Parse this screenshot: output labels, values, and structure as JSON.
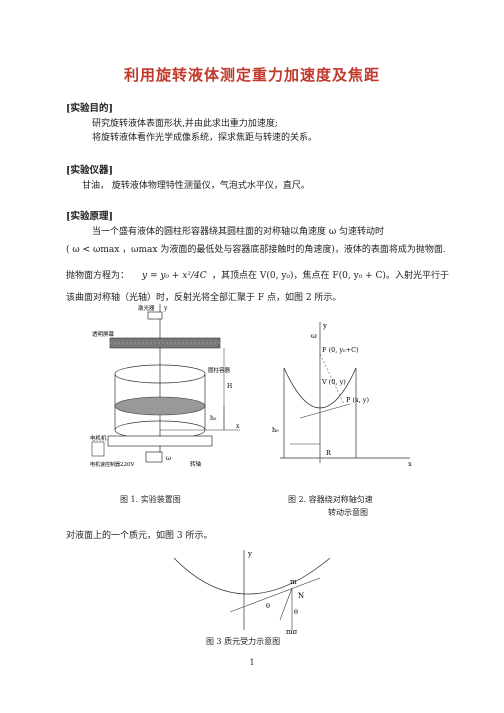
{
  "title": "利用旋转液体测定重力加速度及焦距",
  "sections": {
    "purpose": {
      "heading": "[实验目的]",
      "lines": [
        "研究旋转液体表面形状,并由此求出重力加速度;",
        "将旋转液体看作光学成像系统，探求焦距与转速的关系。"
      ]
    },
    "apparatus": {
      "heading": "[实验仪器]",
      "line": "甘油， 旋转液体物理特性测量仪，气泡式水平仪，直尺。"
    },
    "principle": {
      "heading": "[实验原理]",
      "line1": "当一个盛有液体的圆柱形容器绕其圆柱面的对称轴以角速度 ω 匀速转动时",
      "line2": "( ω < ωmax ，ωmax 为液面的最低处与容器底部接触时的角速度)，液体的表面将成为抛物面.",
      "line3_a": "抛物面方程为：",
      "formula": "y = y₀ + x²/4C",
      "line3_b": "，其顶点在 V(0, y₀)，焦点在 F(0, y₀ + C)。入射光平行于",
      "line4": "该曲面对称轴（光轴）时，反射光将全部汇聚于 F 点，如图 2 所示。"
    }
  },
  "figures": {
    "fig1": {
      "caption": "图 1. 实验装置图",
      "labels": [
        "激光器",
        "透明屏幕",
        "圆柱容器",
        "电机机",
        "电机速控制器",
        "220V",
        "转轴",
        "H",
        "h₀",
        "y",
        "x",
        "ω"
      ]
    },
    "fig2": {
      "caption_line1": "图 2. 容器绕对称轴匀速",
      "caption_line2": "转动示意图",
      "labels": [
        "y",
        "ω",
        "F (0, y₀+C)",
        "V (0, y)",
        "P (x, y)",
        "h₀",
        "R",
        "x"
      ]
    },
    "fig3": {
      "intro": "对液面上的一个质元，如图 3 所示。",
      "caption": "图 3 质元受力示意图",
      "labels": [
        "y",
        "m",
        "N",
        "θ",
        "θ",
        "mg"
      ]
    }
  },
  "page_number": "1"
}
